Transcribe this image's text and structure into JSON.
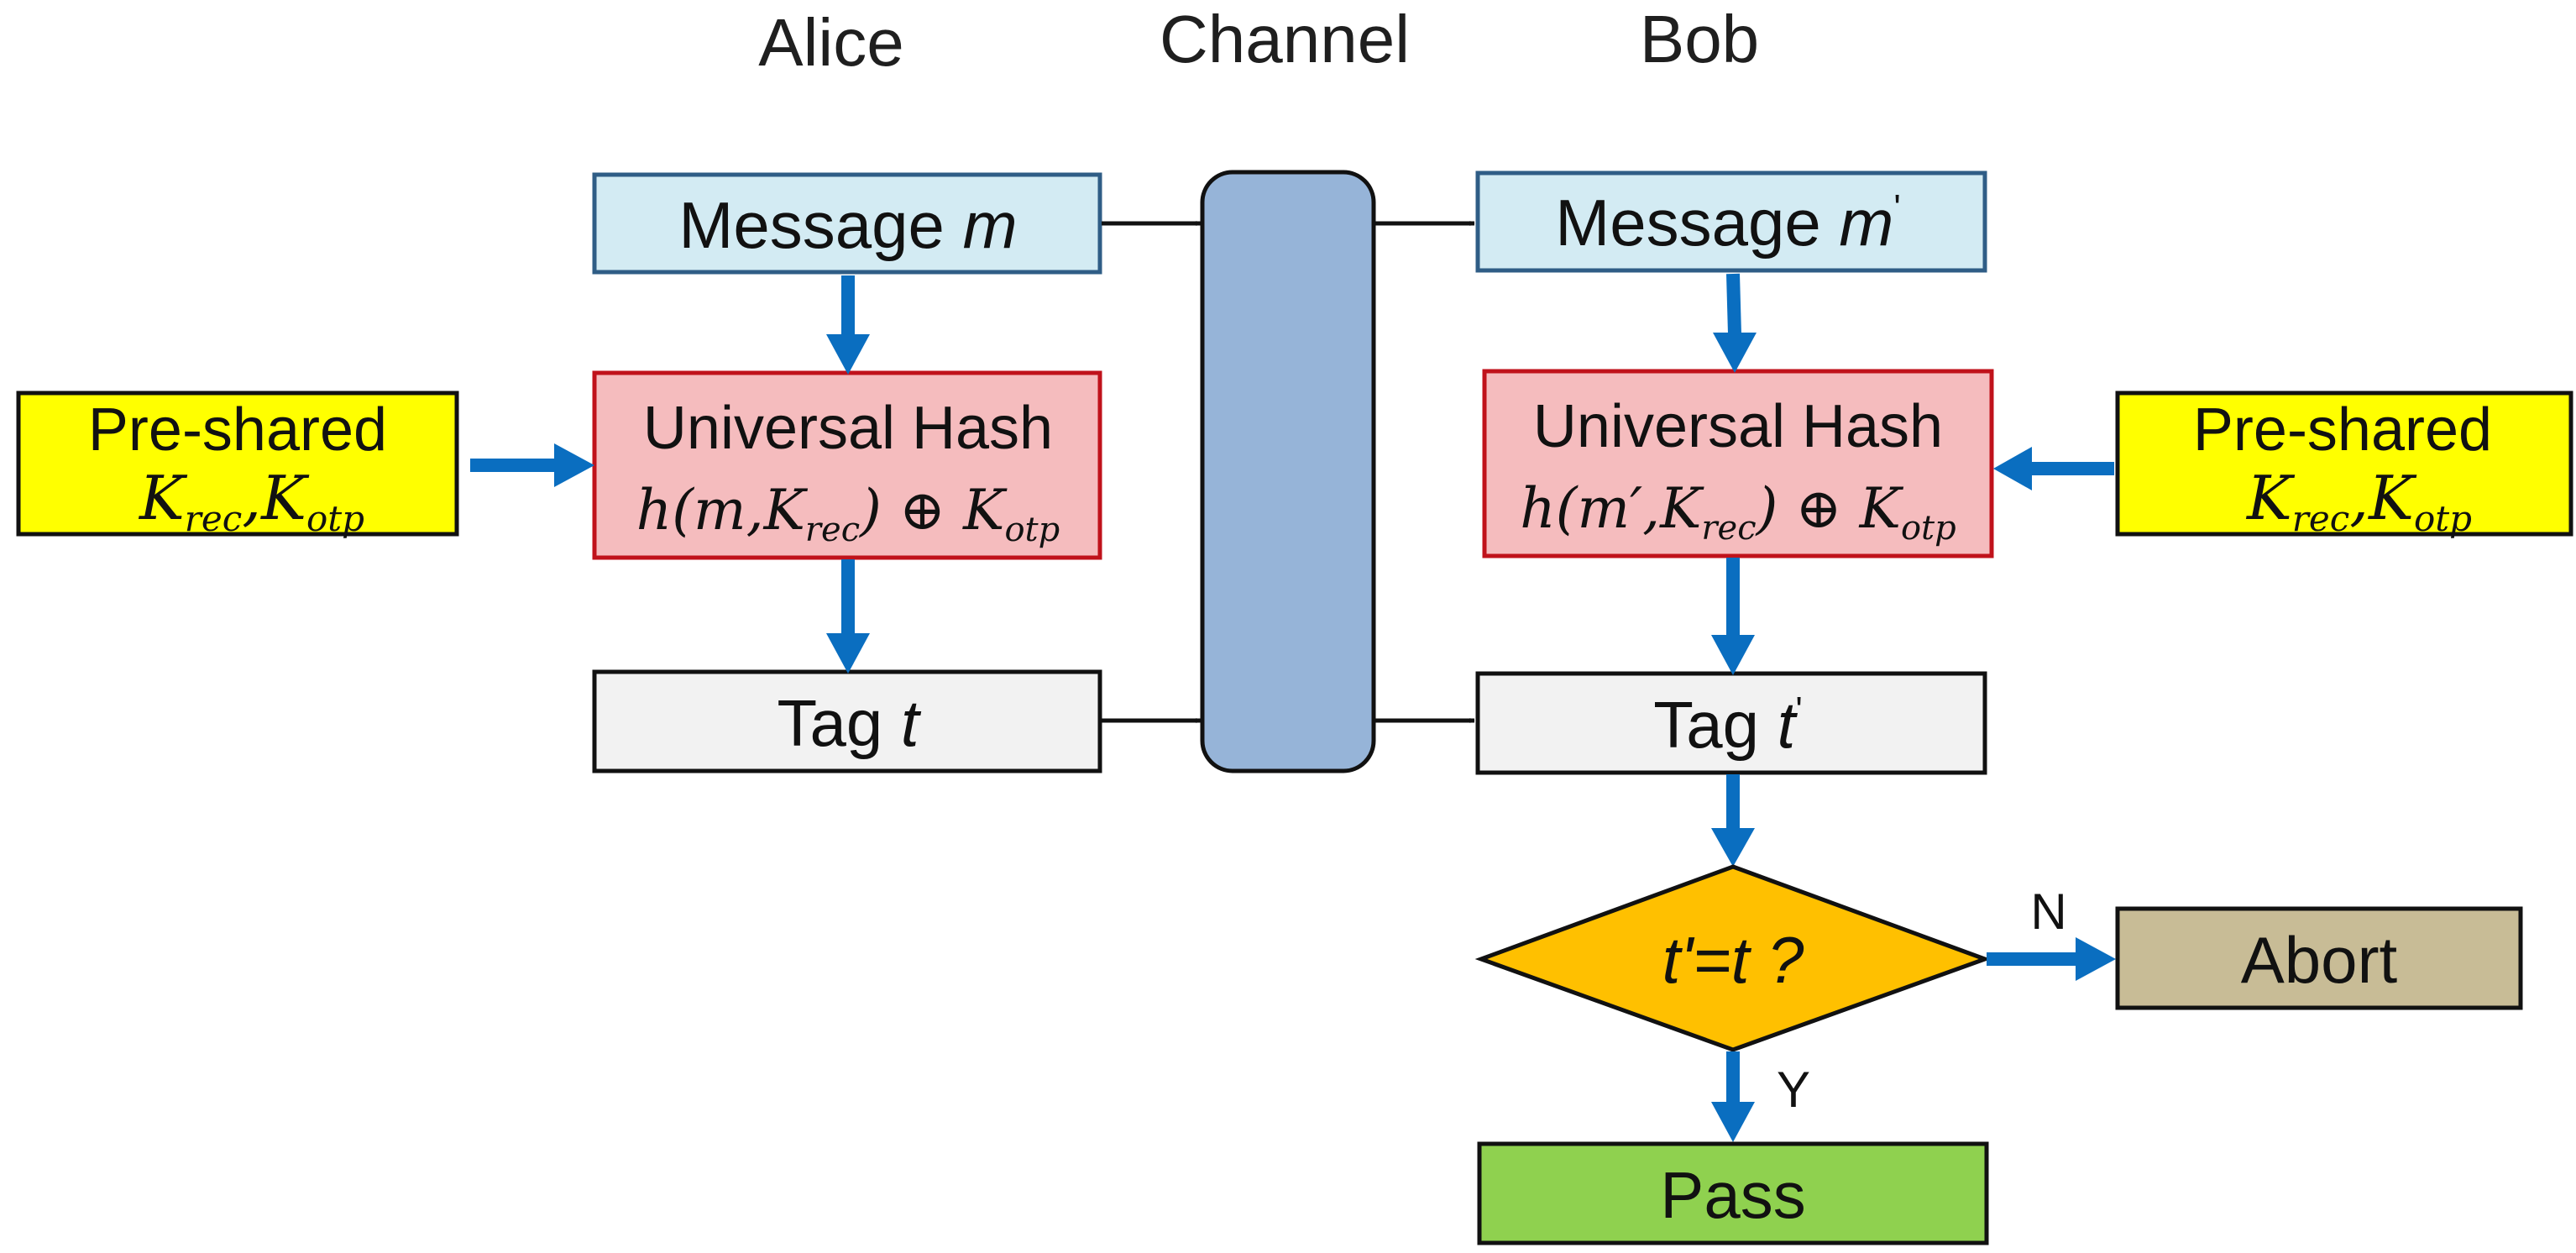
{
  "headers": {
    "alice": "Alice",
    "channel": "Channel",
    "bob": "Bob"
  },
  "alice": {
    "message_label": "Message ",
    "message_var": "m",
    "hash_title": "Universal Hash",
    "hash_formula": "h(m,Krec) ⊕ Kotp",
    "tag_label": "Tag ",
    "tag_var": "t",
    "key_title": "Pre-shared",
    "key_vars": "Krec,Kotp"
  },
  "bob": {
    "message_label": "Message ",
    "message_var": "m",
    "message_prime": "'",
    "hash_title": "Universal Hash",
    "hash_formula": "h(m′,Krec) ⊕ Kotp",
    "tag_label": "Tag ",
    "tag_var": "t",
    "tag_prime": "'",
    "key_title": "Pre-shared",
    "key_vars": "Krec,Kotp"
  },
  "decision": {
    "condition": "t'=t ?",
    "no_label": "N",
    "yes_label": "Y",
    "abort_label": "Abort",
    "pass_label": "Pass"
  },
  "colors": {
    "message_fill": "#d3ebf3",
    "message_border": "#2f5d86",
    "hash_fill": "#f5bcbe",
    "hash_border": "#c0121b",
    "tag_fill": "#f2f2f2",
    "key_fill": "#ffff00",
    "channel_fill": "#96b4d8",
    "decision_fill": "#ffc000",
    "abort_fill": "#c8bc96",
    "pass_fill": "#8fd14f",
    "arrow_blue": "#0a6ec0"
  }
}
